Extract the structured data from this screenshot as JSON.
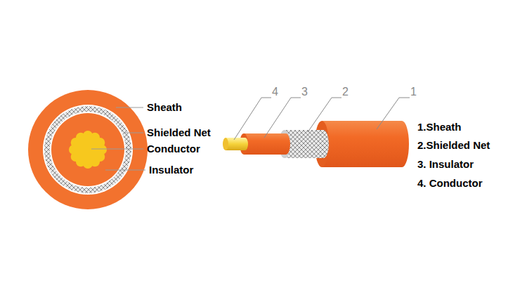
{
  "diagram": {
    "labels": [
      "Sheath",
      "Shielded Net",
      "Conductor",
      "Insulator",
      "4",
      "3",
      "2",
      "1",
      "1.Sheath",
      "2.Shielded Net",
      "3. Insulator",
      "4. Conductor"
    ]
  }
}
